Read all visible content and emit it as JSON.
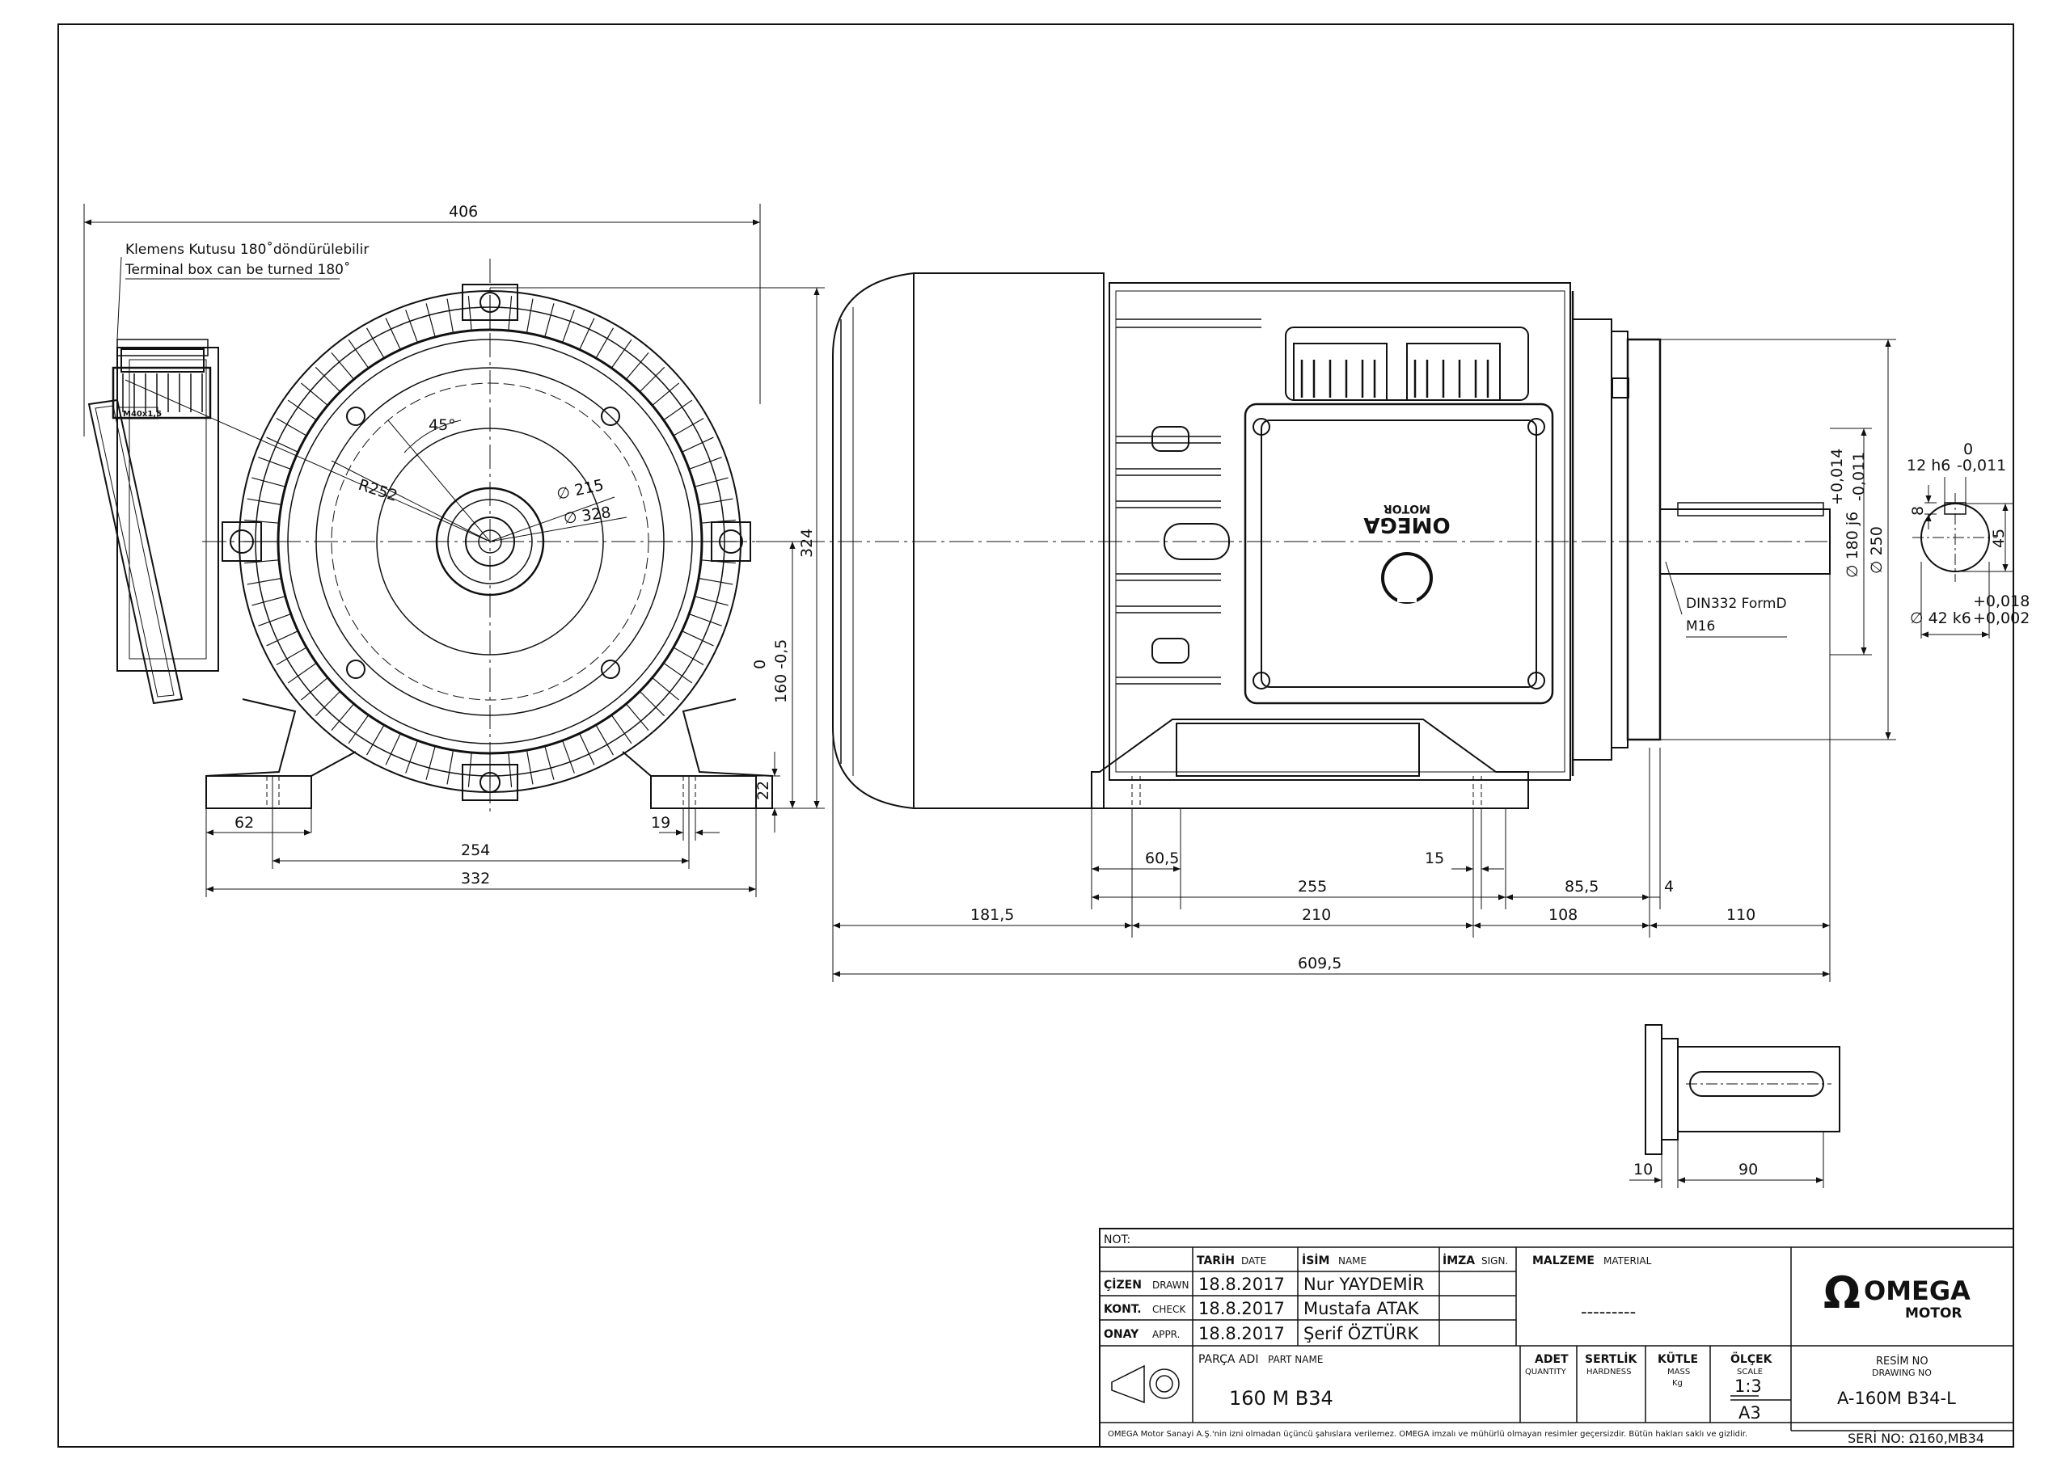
{
  "notes": {
    "terminal_box_tr": "Klemens Kutusu 180˚döndürülebilir",
    "terminal_box_en": "Terminal box can be turned 180˚",
    "gland_label": "M40x1,5",
    "logo_on_box": "OMEGA",
    "logo_on_box_sub": "MOTOR",
    "shaft_thread_1": "DIN332 FormD",
    "shaft_thread_2": "M16"
  },
  "front_view": {
    "width_406": "406",
    "angle": "45°",
    "radius": "R252",
    "dia_215": "∅ 215",
    "dia_328": "∅ 328",
    "height_324": "324",
    "shaft_height": "160 -0,5",
    "shaft_height_tol": "0",
    "foot_22": "22",
    "foot_62": "62",
    "hole_19": "19",
    "span_254": "254",
    "span_332": "332"
  },
  "side_view": {
    "d_60_5": "60,5",
    "d_15": "15",
    "d_255": "255",
    "d_85_5": "85,5",
    "d_4": "4",
    "d_181_5": "181,5",
    "d_210": "210",
    "d_108": "108",
    "d_110": "110",
    "d_609_5": "609,5",
    "dia_180": "∅ 180 j6",
    "tol_180_top": "+0,014",
    "tol_180_bot": "-0,011",
    "dia_250": "∅ 250"
  },
  "shaft_section": {
    "key_w": "12 h6",
    "key_w_tol_top": "0",
    "key_w_tol_bot": "-0,011",
    "key_d": "8",
    "height_45": "45",
    "dia_42": "∅ 42 k6",
    "tol_42_top": "+0,018",
    "tol_42_bot": "+0,002"
  },
  "key_view": {
    "d_10": "10",
    "d_90": "90"
  },
  "title_block": {
    "not_label": "NOT:",
    "col_date": "TARİH",
    "col_date_en": "DATE",
    "col_name": "İSİM",
    "col_name_en": "NAME",
    "col_sign": "İMZA",
    "col_sign_en": "SIGN.",
    "rows": [
      {
        "role": "ÇİZEN",
        "role_en": "DRAWN",
        "date": "18.8.2017",
        "name": "Nur YAYDEMİR"
      },
      {
        "role": "KONT.",
        "role_en": "CHECK",
        "date": "18.8.2017",
        "name": "Mustafa ATAK"
      },
      {
        "role": "ONAY",
        "role_en": "APPR.",
        "date": "18.8.2017",
        "name": "Şerif ÖZTÜRK"
      }
    ],
    "material_label": "MALZEME",
    "material_label_en": "MATERIAL",
    "material_value": "---------",
    "company": "OMEGA",
    "company_sub": "MOTOR",
    "part_label": "PARÇA ADI",
    "part_label_en": "PART NAME",
    "part_value": "160 M B34",
    "qty_label": "ADET",
    "qty_label_en": "QUANTITY",
    "hard_label": "SERTLİK",
    "hard_label_en": "HARDNESS",
    "mass_label": "KÜTLE",
    "mass_label_en": "MASS",
    "mass_unit": "Kg",
    "scale_label": "ÖLÇEK",
    "scale_label_en": "SCALE",
    "scale_value": "1:3",
    "paper": "A3",
    "drawing_no_label": "RESİM NO",
    "drawing_no_label_en": "DRAWING NO",
    "drawing_no": "A-160M B34-L",
    "serial": "SERİ NO: Ω160,MB34",
    "footer": "OMEGA Motor Sanayi A.Ş.'nin izni olmadan üçüncü şahıslara verilemez. OMEGA imzalı ve mühürlü olmayan resimler geçersizdir. Bütün hakları saklı ve gizlidir."
  }
}
